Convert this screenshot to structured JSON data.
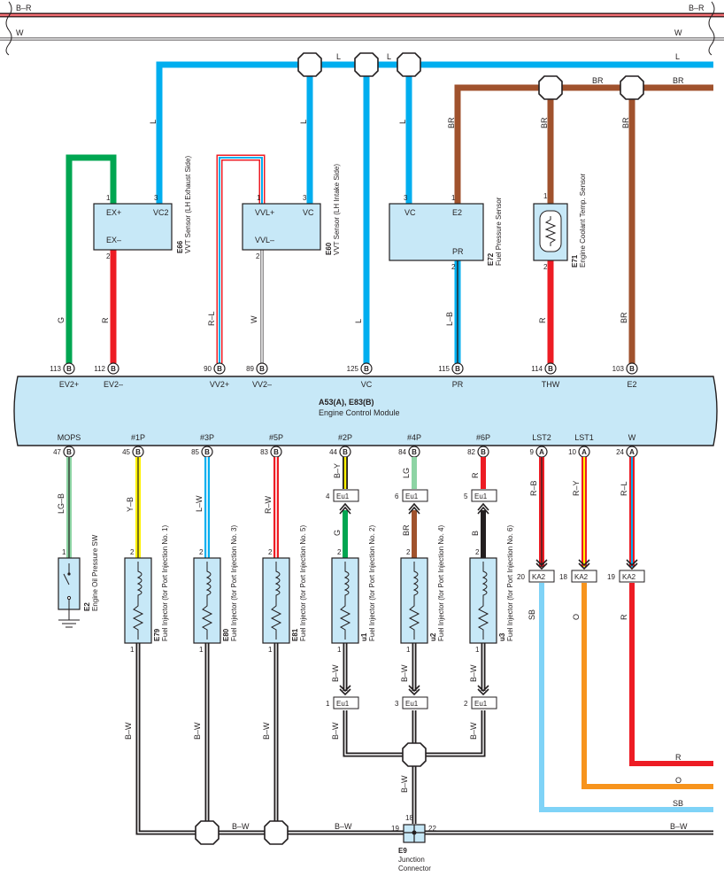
{
  "bus": {
    "br_left": "B–R",
    "br_right": "B–R",
    "w_left": "W",
    "w_right": "W",
    "l_right": "L",
    "l_mid1": "L",
    "l_mid2": "L",
    "br_top1": "BR",
    "br_top2": "BR"
  },
  "components": {
    "e66": {
      "id": "E66",
      "name": "VVT Sensor (LH Exhaust Side)",
      "p1": "EX+",
      "p2": "VC2",
      "p3": "EX–",
      "n1": "1",
      "n2": "3",
      "n3": "2"
    },
    "e60": {
      "id": "E60",
      "name": "VVT Sensor (LH Intake Side)",
      "p1": "VVL+",
      "p2": "VC",
      "p3": "VVL–",
      "n1": "1",
      "n2": "3",
      "n3": "2"
    },
    "e72": {
      "id": "E72",
      "name": "Fuel Pressure Sensor",
      "p1": "VC",
      "p2": "E2",
      "p3": "PR",
      "n1": "3",
      "n2": "1",
      "n3": "2"
    },
    "e71": {
      "id": "E71",
      "name": "Engine Coolant Temp. Sensor",
      "n1": "1",
      "n2": "2"
    },
    "e2": {
      "id": "E2",
      "name": "Engine Oil Pressure SW",
      "n1": "1"
    },
    "e79": {
      "id": "E79",
      "name": "Fuel Injector (for Port Injection No. 1)"
    },
    "e80": {
      "id": "E80",
      "name": "Fuel Injector (for Port Injection No. 3)"
    },
    "e81": {
      "id": "E81",
      "name": "Fuel Injector (for Port Injection No. 5)"
    },
    "u1": {
      "id": "u1",
      "name": "Fuel Injector (for Port Injection No. 2)"
    },
    "u2": {
      "id": "u2",
      "name": "Fuel Injector (for Port Injection No. 4)"
    },
    "u3": {
      "id": "u3",
      "name": "Fuel Injector (for Port Injection No. 6)"
    },
    "e9": {
      "id": "E9",
      "name1": "Junction",
      "name2": "Connector",
      "n18": "18",
      "n19": "19",
      "n22": "22"
    }
  },
  "ecm": {
    "title1": "A53(A), E83(B)",
    "title2": "Engine Control Module",
    "top_pins": [
      {
        "num": "113",
        "conn": "B",
        "name": "EV2+",
        "wire": "G"
      },
      {
        "num": "112",
        "conn": "B",
        "name": "EV2–",
        "wire": "R"
      },
      {
        "num": "90",
        "conn": "B",
        "name": "VV2+",
        "wire": "R–L"
      },
      {
        "num": "89",
        "conn": "B",
        "name": "VV2–",
        "wire": "W"
      },
      {
        "num": "125",
        "conn": "B",
        "name": "VC",
        "wire": "L"
      },
      {
        "num": "115",
        "conn": "B",
        "name": "PR",
        "wire": "L–B"
      },
      {
        "num": "114",
        "conn": "B",
        "name": "THW",
        "wire": "R"
      },
      {
        "num": "103",
        "conn": "B",
        "name": "E2",
        "wire": "BR"
      }
    ],
    "bottom_pins": [
      {
        "num": "47",
        "conn": "B",
        "name": "MOPS",
        "wire": "LG–B"
      },
      {
        "num": "45",
        "conn": "B",
        "name": "#1P",
        "wire": "Y–B"
      },
      {
        "num": "85",
        "conn": "B",
        "name": "#3P",
        "wire": "L–W"
      },
      {
        "num": "83",
        "conn": "B",
        "name": "#5P",
        "wire": "R–W"
      },
      {
        "num": "44",
        "conn": "B",
        "name": "#2P",
        "wire": "B–Y"
      },
      {
        "num": "84",
        "conn": "B",
        "name": "#4P",
        "wire": "LG"
      },
      {
        "num": "82",
        "conn": "B",
        "name": "#6P",
        "wire": "R"
      },
      {
        "num": "9",
        "conn": "A",
        "name": "LST2",
        "wire": "R–B"
      },
      {
        "num": "10",
        "conn": "A",
        "name": "LST1",
        "wire": "R–Y"
      },
      {
        "num": "24",
        "conn": "A",
        "name": "W",
        "wire": "R–L"
      }
    ]
  },
  "upper_wires": {
    "e66_vc2": "L",
    "e60_vc": "L",
    "e72_vc": "L",
    "e72_e2": "BR",
    "e71_1": "BR",
    "e2_br": "BR"
  },
  "inline": {
    "eu1_a": {
      "num": "4",
      "label": "Eu1"
    },
    "eu1_b": {
      "num": "6",
      "label": "Eu1"
    },
    "eu1_c": {
      "num": "5",
      "label": "Eu1"
    },
    "eu1_d": {
      "num": "1",
      "label": "Eu1"
    },
    "eu1_e": {
      "num": "3",
      "label": "Eu1"
    },
    "eu1_f": {
      "num": "2",
      "label": "Eu1"
    },
    "ka2_a": {
      "num": "20",
      "label": "KA2"
    },
    "ka2_b": {
      "num": "18",
      "label": "KA2"
    },
    "ka2_c": {
      "num": "19",
      "label": "KA2"
    }
  },
  "lower_wires": {
    "u1_g": "G",
    "u2_br": "BR",
    "u3_b": "B",
    "sb": "SB",
    "o": "O",
    "r": "R",
    "bw1": "B–W",
    "bw2": "B–W",
    "bw3": "B–W",
    "bw4": "B–W",
    "bw5": "B–W",
    "bw6": "B–W",
    "bw7": "B–W",
    "bus_bw1": "B–W",
    "bus_bw2": "B–W",
    "bus_bw3": "B–W",
    "r_end": "R",
    "o_end": "O",
    "sb_end": "SB"
  },
  "pin_nums": {
    "n2": "2",
    "n1": "1"
  },
  "colors": {
    "blue": "#00aeef",
    "brown": "#a0522d",
    "green": "#00a651",
    "red": "#ed1c24",
    "yellow": "#fff200",
    "orange": "#f7941d",
    "lightblue": "#7fd3f7",
    "black": "#231f20",
    "box": "#c7e8f7"
  }
}
